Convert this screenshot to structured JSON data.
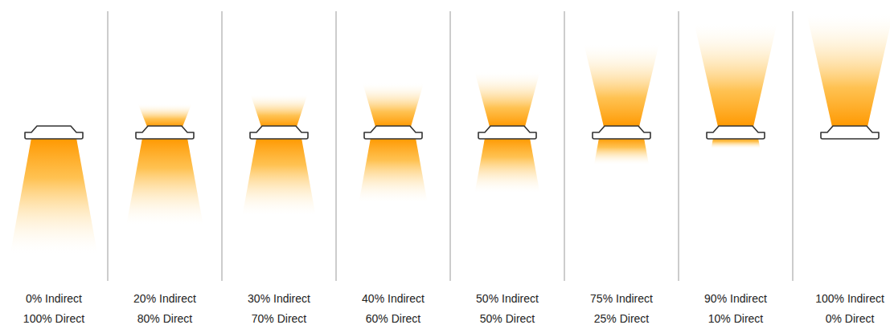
{
  "diagram": {
    "labels": [
      "0% Indirect",
      "100% Direct",
      "20% Indirect",
      "80% Direct",
      "30% Indirect",
      "70% Direct",
      "40% Indirect",
      "60% Direct",
      "50% Indirect",
      "50% Direct",
      "75% Indirect",
      "25% Direct",
      "90% Indirect",
      "10% Direct",
      "100% Indirect",
      "0% Direct"
    ]
  }
}
